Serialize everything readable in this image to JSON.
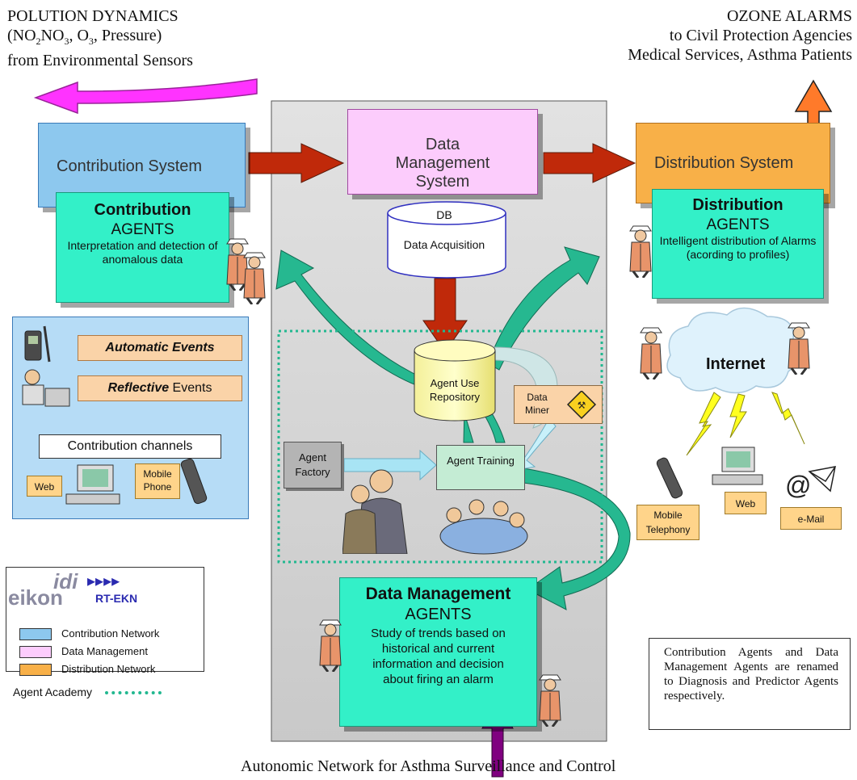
{
  "header_left": {
    "line1": "POLUTION DYNAMICS",
    "line2_pre": "(NO",
    "line2_s1": "2",
    "line2_mid1": "NO",
    "line2_s2": "3",
    "line2_mid2": ", O",
    "line2_s3": "3",
    "line2_post": ", Pressure)",
    "line3": "from Environmental Sensors"
  },
  "header_right": {
    "line1": "OZONE ALARMS",
    "line2": "to Civil Protection Agencies",
    "line3": "Medical Services, Asthma Patients"
  },
  "contribution": {
    "system_label": "Contribution System",
    "agents_title": "Contribution",
    "agents_sub": "AGENTS",
    "agents_desc": "Interpretation and detection of anomalous data",
    "events": [
      "Automatic Events",
      "Reflective"
    ],
    "events_suffix": [
      "",
      " Events"
    ],
    "channels_label": "Contribution channels",
    "web_label": "Web",
    "mobile_label": "Mobile Phone"
  },
  "data_management": {
    "system_label": "Data Management System",
    "db_label": "DB",
    "db_sub": "Data Acquisition",
    "repo_label": "Agent Use Repository",
    "miner_label": "Data Miner",
    "factory_label": "Agent Factory",
    "training_label": "Agent Training",
    "agents_title": "Data Management",
    "agents_sub": "AGENTS",
    "agents_desc": "Study of trends based on historical and current information and decision about firing an alarm"
  },
  "distribution": {
    "system_label": "Distribution System",
    "agents_title": "Distribution",
    "agents_sub": "AGENTS",
    "agents_desc": "Intelligent distribution of Alarms (acording to profiles)",
    "internet_label": "Internet",
    "mobile_label": "Mobile Telephony",
    "web_label": "Web",
    "email_label": "e-Mail"
  },
  "legend": {
    "logo_top": "idi",
    "logo_bottom": "eikon",
    "logo_arrows": "▸▸▸▸",
    "logo_tag": "RT-EKN",
    "items": [
      "Contribution Network",
      "Data Management",
      "Distribution Network"
    ],
    "colors": [
      "#8dc8ee",
      "#fcccfc",
      "#f8b048"
    ],
    "academy_label": "Agent Academy"
  },
  "note": "Contribution Agents and Data Management Agents are renamed to Diagnosis and Predictor Agents respectively.",
  "footer": "Autonomic Network for Asthma Surveillance and Control"
}
